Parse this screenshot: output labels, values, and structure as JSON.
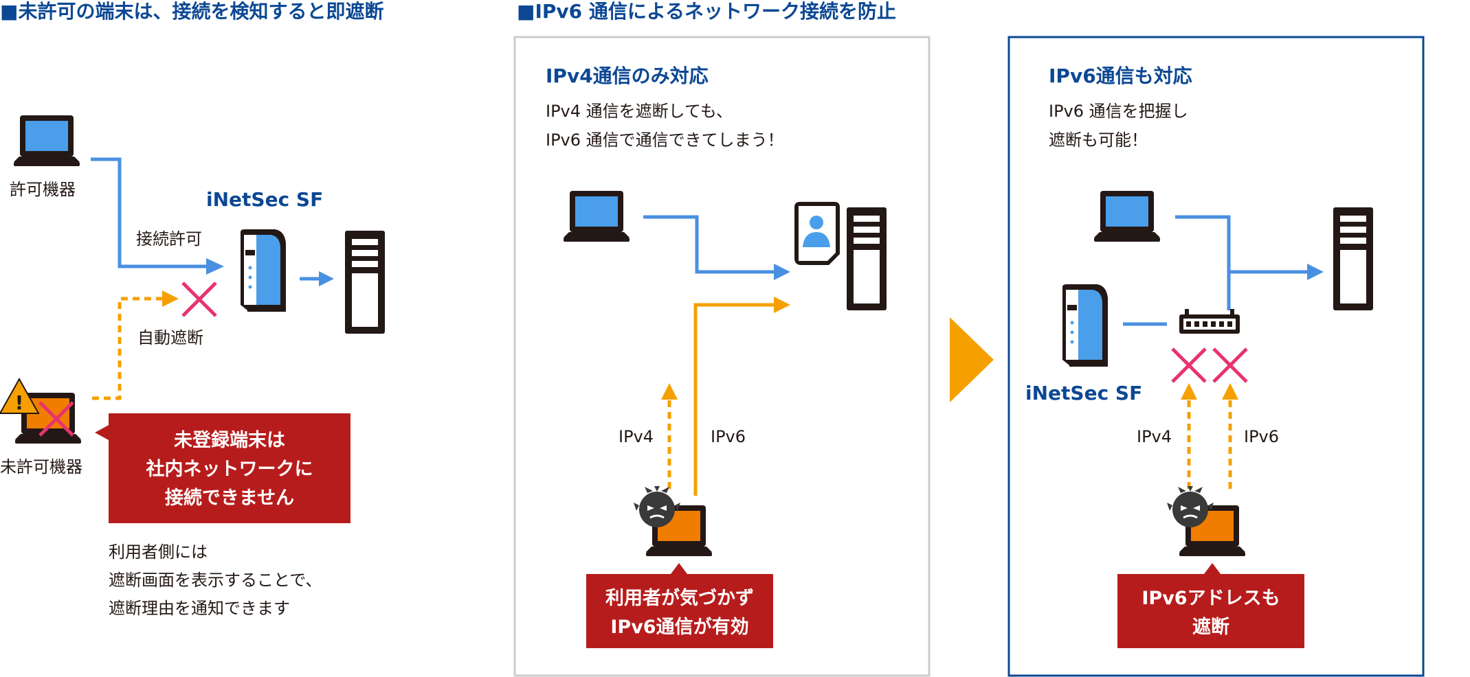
{
  "colors": {
    "navy": "#0c4893",
    "blue_line": "#4a90e2",
    "screen_blue": "#4a9eea",
    "orange": "#f5a000",
    "orange_screen": "#f07d00",
    "pink_x": "#e8336e",
    "red_box": "#b71c1c",
    "gray_border": "#cccccc",
    "dark": "#231815"
  },
  "left": {
    "heading": "■未許可の端末は、接続を検知すると即遮断",
    "allowed_device": "許可機器",
    "product": "iNetSec SF",
    "connection_allowed": "接続許可",
    "auto_block": "自動遮断",
    "unauthorized_device": "未許可機器",
    "callout": [
      "未登録端末は",
      "社内ネットワークに",
      "接続できません"
    ],
    "note": [
      "利用者側には",
      "遮断画面を表示することで、",
      "遮断理由を通知できます"
    ]
  },
  "right": {
    "heading": "■IPv6 通信によるネットワーク接続を防止",
    "before": {
      "title": "IPv4通信のみ対応",
      "desc": [
        "IPv4 通信を遮断しても、",
        "IPv6 通信で通信できてしまう！"
      ],
      "ipv4": "IPv4",
      "ipv6": "IPv6",
      "callout": [
        "利用者が気づかず",
        "IPv6通信が有効"
      ]
    },
    "after": {
      "title": "IPv6通信も対応",
      "desc": [
        "IPv6 通信を把握し",
        "遮断も可能！"
      ],
      "product": "iNetSec SF",
      "ipv4": "IPv4",
      "ipv6": "IPv6",
      "callout": [
        "IPv6アドレスも",
        "遮断"
      ]
    }
  }
}
